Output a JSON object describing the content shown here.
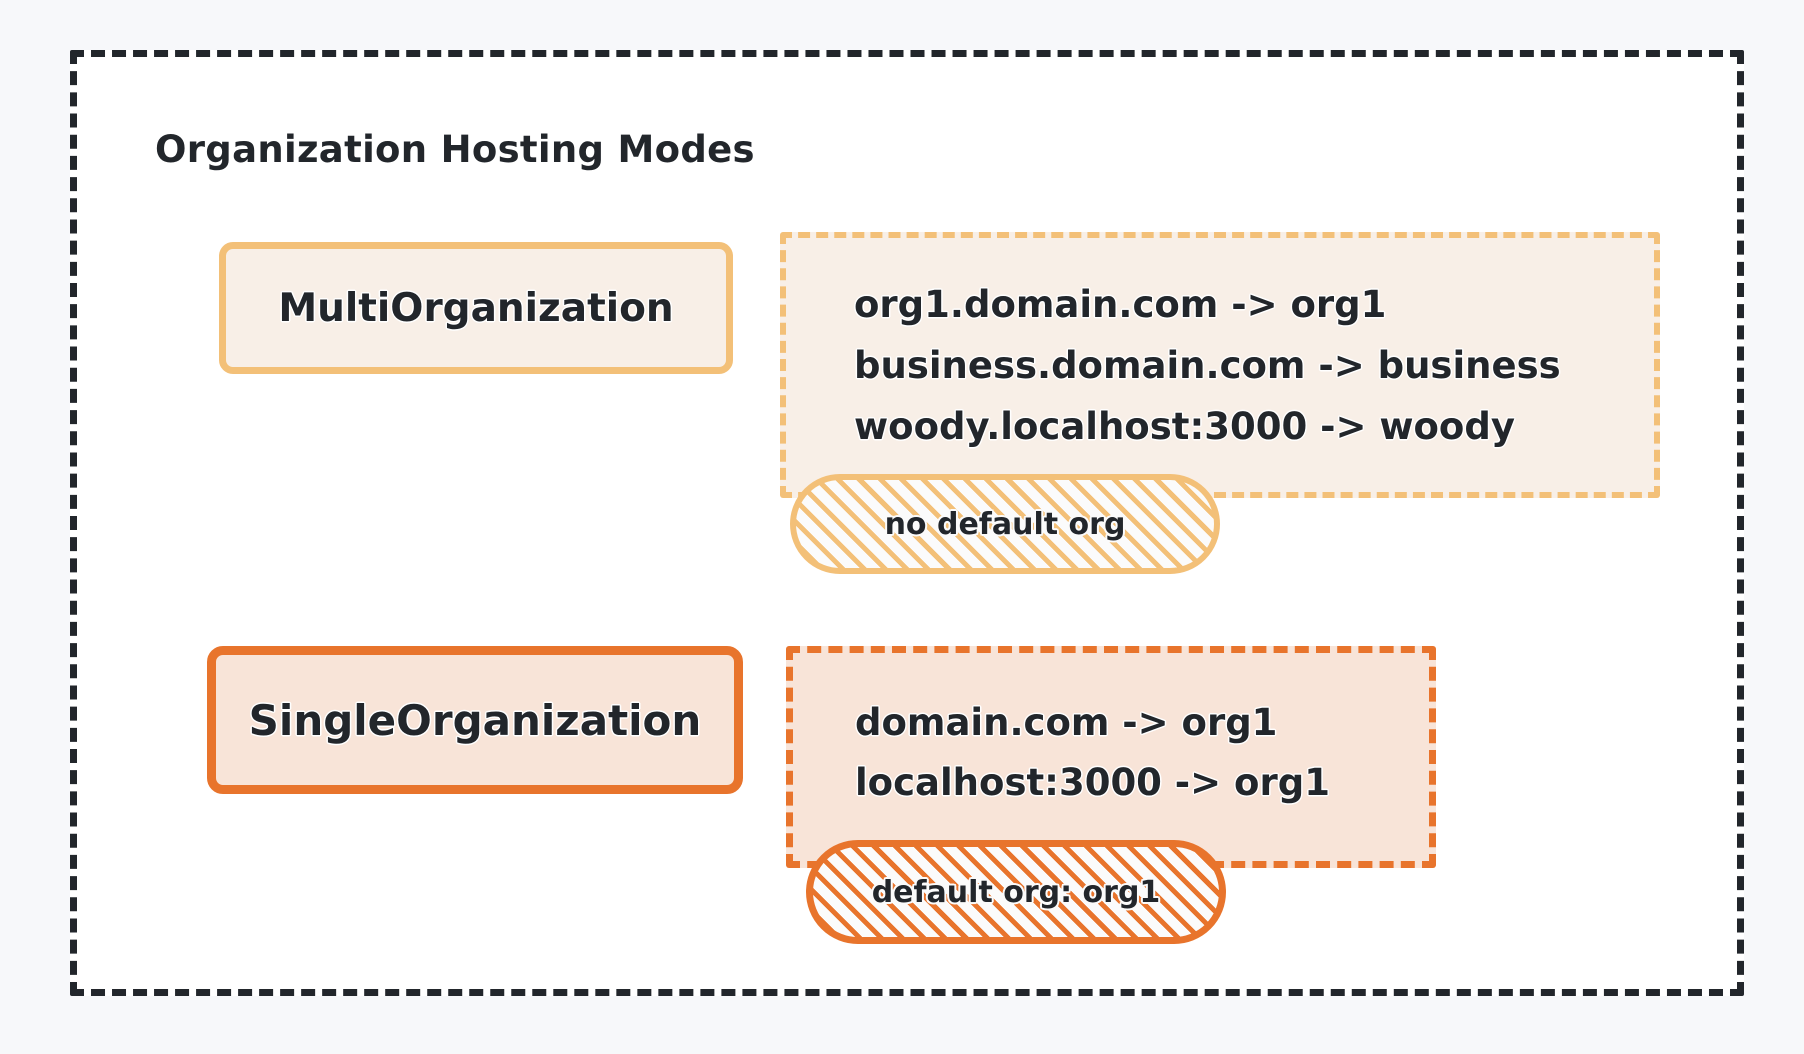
{
  "page": {
    "background_color": "#f7f8fa",
    "canvas_color": "#ffffff",
    "frame_color": "#22262b"
  },
  "title": "Organization Hosting Modes",
  "palette": {
    "multi_stroke": "#f3c078",
    "multi_fill": "#f8efe7",
    "single_stroke": "#e8742c",
    "single_fill": "#f8e4d8",
    "text": "#22262b"
  },
  "modes": [
    {
      "id": "multi-organization",
      "label": "MultiOrganization",
      "stroke": "#f3c078",
      "fill": "#f8efe7",
      "mappings": [
        "org1.domain.com -> org1",
        "business.domain.com -> business",
        "woody.localhost:3000 -> woody"
      ],
      "note": "no default org"
    },
    {
      "id": "single-organization",
      "label": "SingleOrganization",
      "stroke": "#e8742c",
      "fill": "#f8e4d8",
      "mappings": [
        "domain.com -> org1",
        "localhost:3000 -> org1"
      ],
      "note": "default org: org1"
    }
  ]
}
